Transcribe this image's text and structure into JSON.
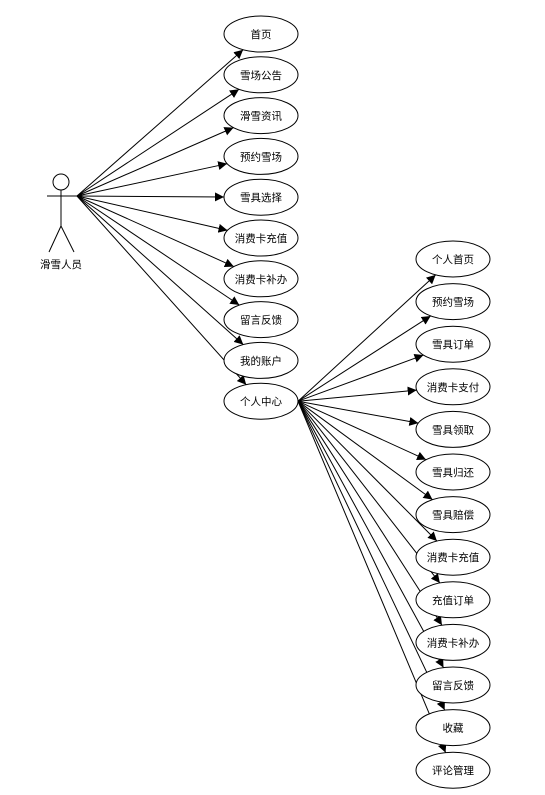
{
  "actor": {
    "label": "滑雪人员"
  },
  "main_use_cases": [
    {
      "id": "home",
      "label": "首页"
    },
    {
      "id": "venue-notice",
      "label": "雪场公告"
    },
    {
      "id": "ski-news",
      "label": "滑雪资讯"
    },
    {
      "id": "book-venue",
      "label": "预约雪场"
    },
    {
      "id": "gear-select",
      "label": "雪具选择"
    },
    {
      "id": "card-recharge",
      "label": "消费卡充值"
    },
    {
      "id": "card-reissue",
      "label": "消费卡补办"
    },
    {
      "id": "feedback",
      "label": "留言反馈"
    },
    {
      "id": "my-account",
      "label": "我的账户"
    },
    {
      "id": "personal-center",
      "label": "个人中心"
    }
  ],
  "sub_use_cases": [
    {
      "id": "personal-home",
      "label": "个人首页"
    },
    {
      "id": "book-venue-2",
      "label": "预约雪场"
    },
    {
      "id": "gear-order",
      "label": "雪具订单"
    },
    {
      "id": "card-payment",
      "label": "消费卡支付"
    },
    {
      "id": "gear-pickup",
      "label": "雪具领取"
    },
    {
      "id": "gear-return",
      "label": "雪具归还"
    },
    {
      "id": "gear-compensation",
      "label": "雪具赔偿"
    },
    {
      "id": "card-recharge-2",
      "label": "消费卡充值"
    },
    {
      "id": "recharge-order",
      "label": "充值订单"
    },
    {
      "id": "card-reissue-2",
      "label": "消费卡补办"
    },
    {
      "id": "feedback-2",
      "label": "留言反馈"
    },
    {
      "id": "favorites",
      "label": "收藏"
    },
    {
      "id": "comment-manage",
      "label": "评论管理"
    }
  ]
}
